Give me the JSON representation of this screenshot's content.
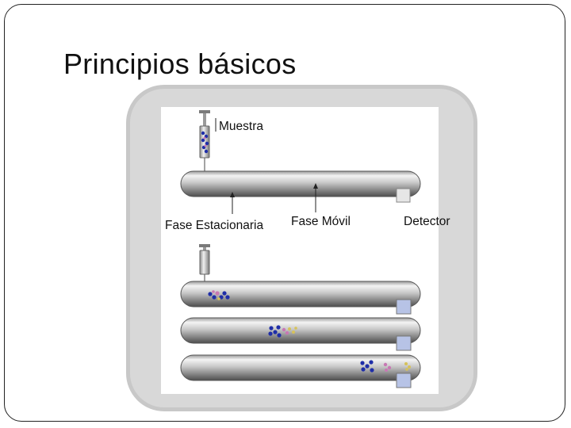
{
  "slide": {
    "title": "Principios básicos"
  },
  "diagram": {
    "labels": {
      "sample": "Muestra",
      "stationary_phase": "Fase Estacionaria",
      "mobile_phase": "Fase Móvil",
      "detector": "Detector"
    },
    "colors": {
      "tube_light": "#f4f4f4",
      "tube_mid": "#bdbdbd",
      "tube_dark": "#5e5e5e",
      "detector_fill": "#b7c3e6",
      "molecule_blue": "#1f2ea8",
      "molecule_pink": "#c878b4",
      "molecule_yellow": "#d6c25a"
    }
  }
}
